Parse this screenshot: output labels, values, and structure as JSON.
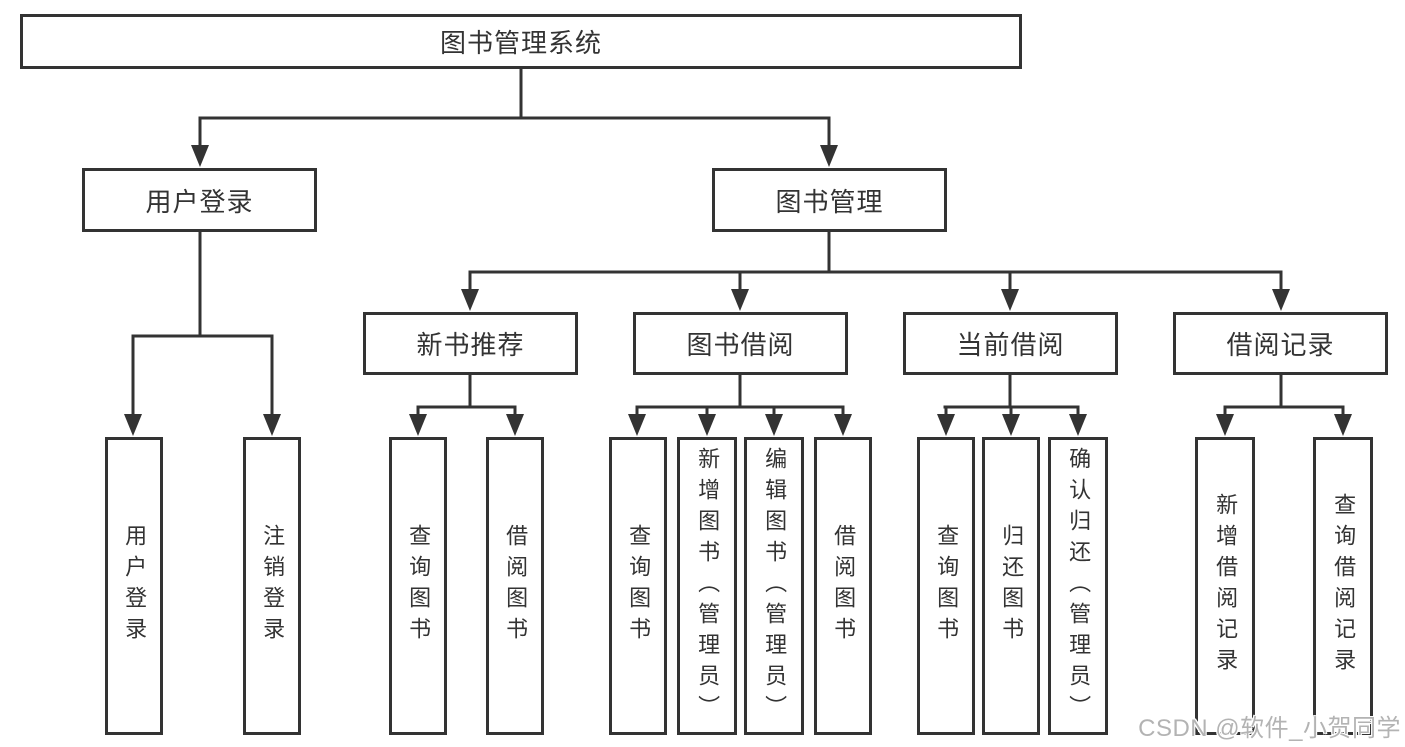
{
  "diagram_title": "图书管理系统",
  "tree": {
    "root": "图书管理系统",
    "children": [
      {
        "label": "用户登录",
        "children": [
          "用户登录",
          "注销登录"
        ]
      },
      {
        "label": "图书管理",
        "children": [
          {
            "label": "新书推荐",
            "children": [
              "查询图书",
              "借阅图书"
            ]
          },
          {
            "label": "图书借阅",
            "children": [
              "查询图书",
              "新增图书（管理员）",
              "编辑图书（管理员）",
              "借阅图书"
            ]
          },
          {
            "label": "当前借阅",
            "children": [
              "查询图书",
              "归还图书",
              "确认归还（管理员）"
            ]
          },
          {
            "label": "借阅记录",
            "children": [
              "新增借阅记录",
              "查询借阅记录"
            ]
          }
        ]
      }
    ]
  },
  "watermark": {
    "text": "CSDN @软件_小贺同学",
    "color": "#b3b3b3"
  },
  "colors": {
    "line": "#333333",
    "text": "#333333",
    "background": "#ffffff"
  }
}
